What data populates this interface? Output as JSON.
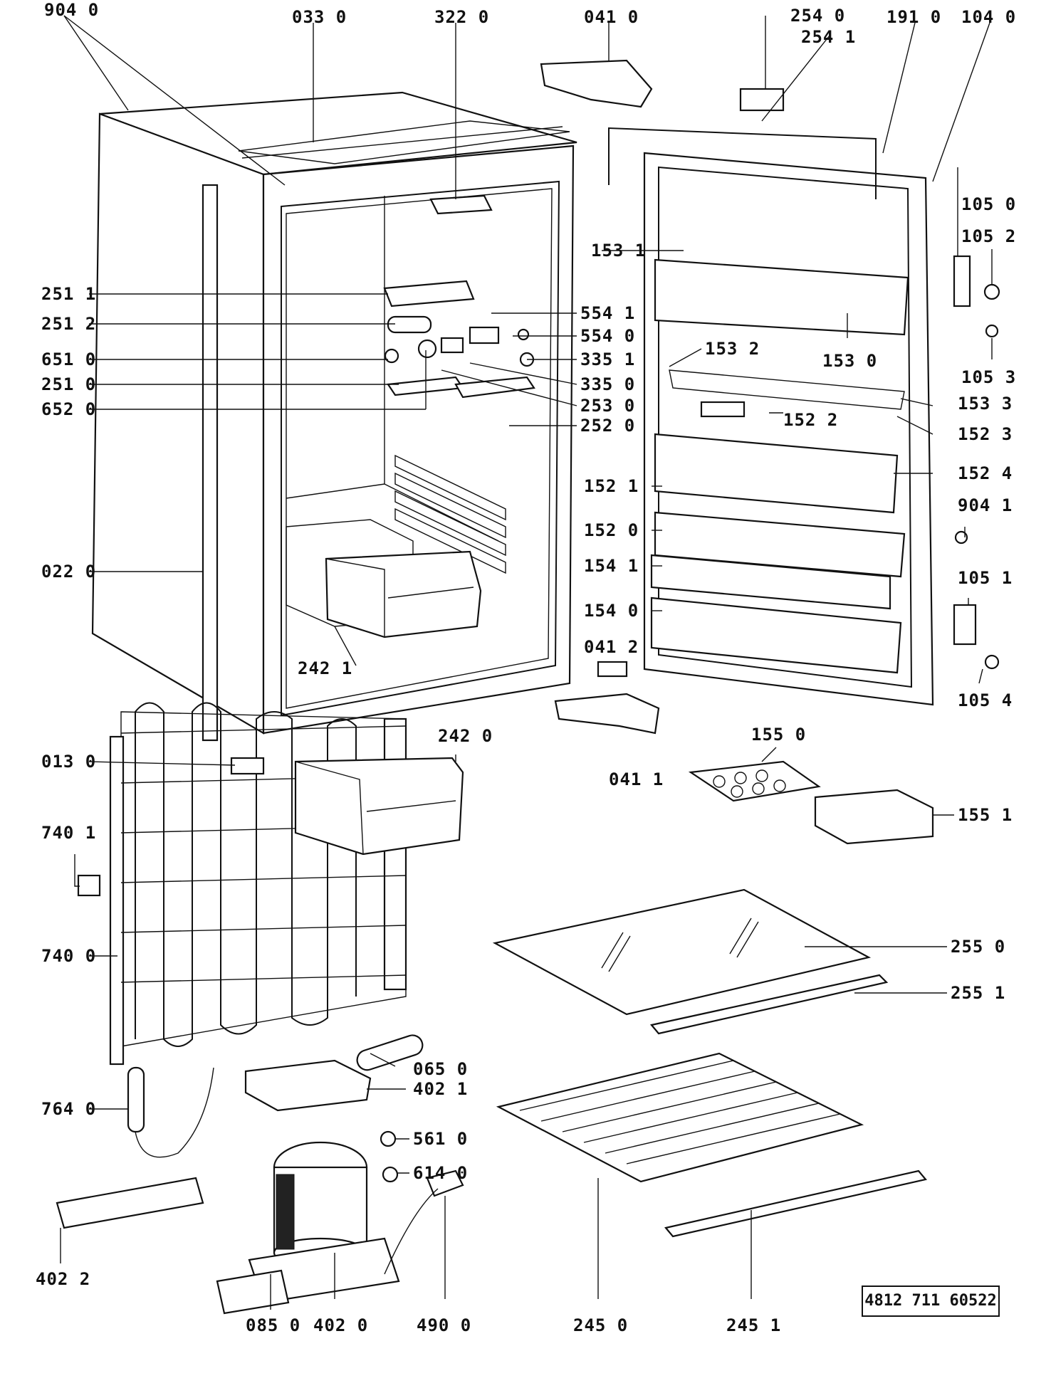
{
  "diagram": {
    "document_number": "4812 711 60522",
    "callouts": [
      {
        "id": "c9040",
        "label": "904 0"
      },
      {
        "id": "c0330",
        "label": "033 0"
      },
      {
        "id": "c3220",
        "label": "322 0"
      },
      {
        "id": "c0410",
        "label": "041 0"
      },
      {
        "id": "c2540",
        "label": "254 0"
      },
      {
        "id": "c2541",
        "label": "254 1"
      },
      {
        "id": "c1910",
        "label": "191 0"
      },
      {
        "id": "c1040",
        "label": "104 0"
      },
      {
        "id": "c1050",
        "label": "105 0"
      },
      {
        "id": "c1052",
        "label": "105 2"
      },
      {
        "id": "c1531",
        "label": "153 1"
      },
      {
        "id": "c2511",
        "label": "251 1"
      },
      {
        "id": "c2512",
        "label": "251 2"
      },
      {
        "id": "c6510",
        "label": "651 0"
      },
      {
        "id": "c2510",
        "label": "251 0"
      },
      {
        "id": "c6520",
        "label": "652 0"
      },
      {
        "id": "c5541",
        "label": "554 1"
      },
      {
        "id": "c5540",
        "label": "554 0"
      },
      {
        "id": "c3351",
        "label": "335 1"
      },
      {
        "id": "c3350",
        "label": "335 0"
      },
      {
        "id": "c2530",
        "label": "253 0"
      },
      {
        "id": "c2520",
        "label": "252 0"
      },
      {
        "id": "c1532",
        "label": "153 2"
      },
      {
        "id": "c1530",
        "label": "153 0"
      },
      {
        "id": "c1053",
        "label": "105 3"
      },
      {
        "id": "c1533",
        "label": "153 3"
      },
      {
        "id": "c1522",
        "label": "152 2"
      },
      {
        "id": "c1523",
        "label": "152 3"
      },
      {
        "id": "c1521",
        "label": "152 1"
      },
      {
        "id": "c1524",
        "label": "152 4"
      },
      {
        "id": "c9041",
        "label": "904 1"
      },
      {
        "id": "c1520",
        "label": "152 0"
      },
      {
        "id": "c0220",
        "label": "022 0"
      },
      {
        "id": "c1541",
        "label": "154 1"
      },
      {
        "id": "c1051",
        "label": "105 1"
      },
      {
        "id": "c1540",
        "label": "154 0"
      },
      {
        "id": "c2421",
        "label": "242 1"
      },
      {
        "id": "c0412",
        "label": "041 2"
      },
      {
        "id": "c1054",
        "label": "105 4"
      },
      {
        "id": "c2420",
        "label": "242 0"
      },
      {
        "id": "c1550",
        "label": "155 0"
      },
      {
        "id": "c0130",
        "label": "013 0"
      },
      {
        "id": "c0411",
        "label": "041 1"
      },
      {
        "id": "c1551",
        "label": "155 1"
      },
      {
        "id": "c7401",
        "label": "740 1"
      },
      {
        "id": "c2550",
        "label": "255 0"
      },
      {
        "id": "c7400",
        "label": "740 0"
      },
      {
        "id": "c2551",
        "label": "255 1"
      },
      {
        "id": "c0650",
        "label": "065 0"
      },
      {
        "id": "c4021",
        "label": "402 1"
      },
      {
        "id": "c7640",
        "label": "764 0"
      },
      {
        "id": "c5610",
        "label": "561 0"
      },
      {
        "id": "c6140",
        "label": "614 0"
      },
      {
        "id": "c4022",
        "label": "402 2"
      },
      {
        "id": "c0850",
        "label": "085 0"
      },
      {
        "id": "c4020",
        "label": "402 0"
      },
      {
        "id": "c4900",
        "label": "490 0"
      },
      {
        "id": "c2450",
        "label": "245 0"
      },
      {
        "id": "c2451",
        "label": "245 1"
      }
    ]
  }
}
